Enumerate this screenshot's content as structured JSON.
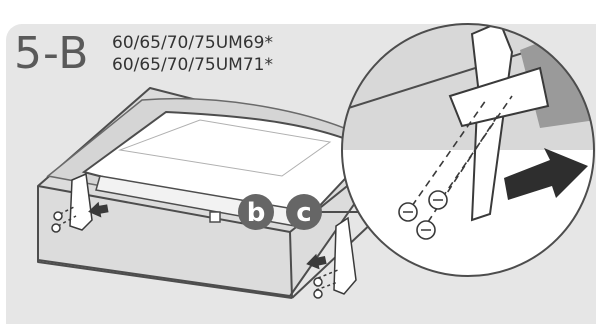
{
  "step": {
    "number": "5-B",
    "models": [
      "60/65/70/75UM69*",
      "60/65/70/75UM71*"
    ]
  },
  "callouts": {
    "stand": "b",
    "screws": "c"
  },
  "colors": {
    "panel_background": "#e6e6e6",
    "callout_fill": "#666666",
    "arrow_fill": "#3a3a3a",
    "line_art": "#4d4d4d"
  }
}
